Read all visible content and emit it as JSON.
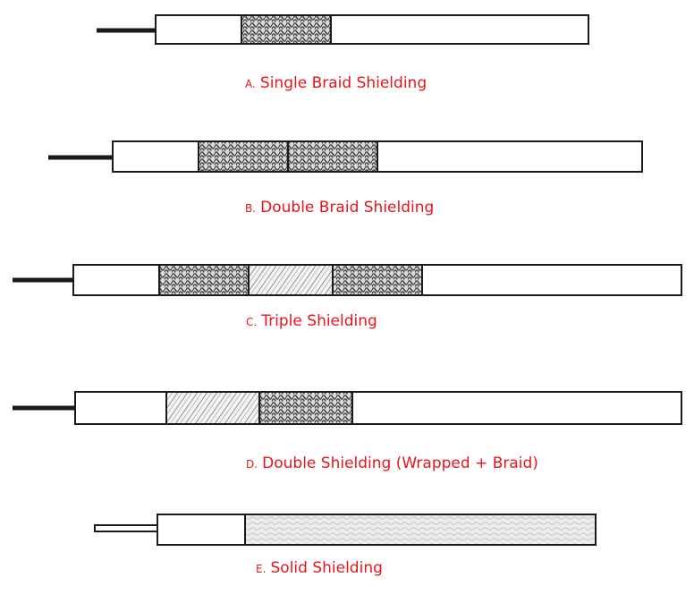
{
  "colors": {
    "caption": "#e8141a",
    "outline": "#1a1a1a",
    "jacket": "#ffffff",
    "braid_dark": "#5a5a5a",
    "braid_light": "#d8d8d8",
    "foil_fill": "#f2f2f2",
    "solid_fill": "#ececec"
  },
  "cables": [
    {
      "letter": "A.",
      "label": "Single Braid Shielding",
      "sections": [
        "conductor",
        "insulation",
        "braid",
        "jacket"
      ]
    },
    {
      "letter": "B.",
      "label": "Double Braid Shielding",
      "sections": [
        "conductor",
        "insulation",
        "braid",
        "braid",
        "jacket"
      ]
    },
    {
      "letter": "C.",
      "label": "Triple Shielding",
      "sections": [
        "conductor",
        "insulation",
        "braid",
        "wrap",
        "braid",
        "jacket"
      ]
    },
    {
      "letter": "D.",
      "label": "Double Shielding (Wrapped + Braid)",
      "sections": [
        "conductor",
        "insulation",
        "wrap",
        "braid",
        "jacket"
      ]
    },
    {
      "letter": "E.",
      "label": "Solid Shielding",
      "sections": [
        "conductor",
        "insulation",
        "solid"
      ]
    }
  ]
}
